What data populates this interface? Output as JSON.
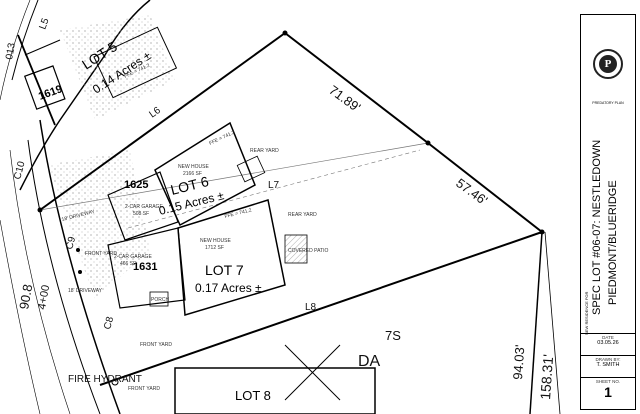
{
  "lots": [
    {
      "name": "LOT 5",
      "acres": "0.14 Acres ±"
    },
    {
      "name": "LOT 6",
      "acres": "0.15 Acres ±"
    },
    {
      "name": "LOT 7",
      "acres": "0.17 Acres ±"
    },
    {
      "name": "LOT 8"
    }
  ],
  "plans": {
    "lot5": "1619",
    "lot6": "1625",
    "lot7": "1631"
  },
  "ffe": {
    "lot5": "FFE = 741.2",
    "lot6": "FFE = 741.2",
    "lot7": "FFE = 741.2"
  },
  "house6": {
    "label": "NEW HOUSE",
    "area": "2166 SF"
  },
  "house7": {
    "label": "NEW HOUSE",
    "area": "1712 SF"
  },
  "garage6": {
    "label": "2-CAR GARAGE",
    "area": "508 SF"
  },
  "garage7": {
    "label": "2-CAR GARAGE",
    "area": "466 SF"
  },
  "patio": "COVERED PATIO",
  "yards": {
    "rear": "REAR YARD",
    "front": "FRONT YARD",
    "driveway": "18' DRIVEWAY",
    "driveway2": "18' DRIVEWAY",
    "porch": "PORCH"
  },
  "lines": {
    "l6": "L6",
    "l7": "L7",
    "l8": "L8",
    "c8": "C8",
    "c9": "C9",
    "c10": "C10",
    "l5": "L5"
  },
  "dims": {
    "d1": "71.89'",
    "d2": "57.46'",
    "d3": "94.03'",
    "d4": "158.31'"
  },
  "misc": {
    "s7": "7S",
    "da": "DA",
    "hydrant": "FIRE HYDRANT",
    "street": "013",
    "station": "4+00",
    "road": "90.8",
    "lot5num": "5"
  },
  "title_block": {
    "logo": "P",
    "logo_caption": "PREDATORY PLAN",
    "project": "SPEC LOT #06-07: NESTLEDOWN",
    "subdivision": "PIEDMONT/BLUERIDGE",
    "new_residence_for": "NEW RESIDENCE FOR",
    "date_label": "DATE",
    "date": "03.05.26",
    "drawn_label": "DRAWN BY:",
    "drawn_by": "T. SMITH",
    "sheet_label": "SHEET NO.",
    "sheet": "1"
  },
  "colors": {
    "line": "#000000",
    "hatch": "#999999",
    "paper": "#ffffff"
  }
}
